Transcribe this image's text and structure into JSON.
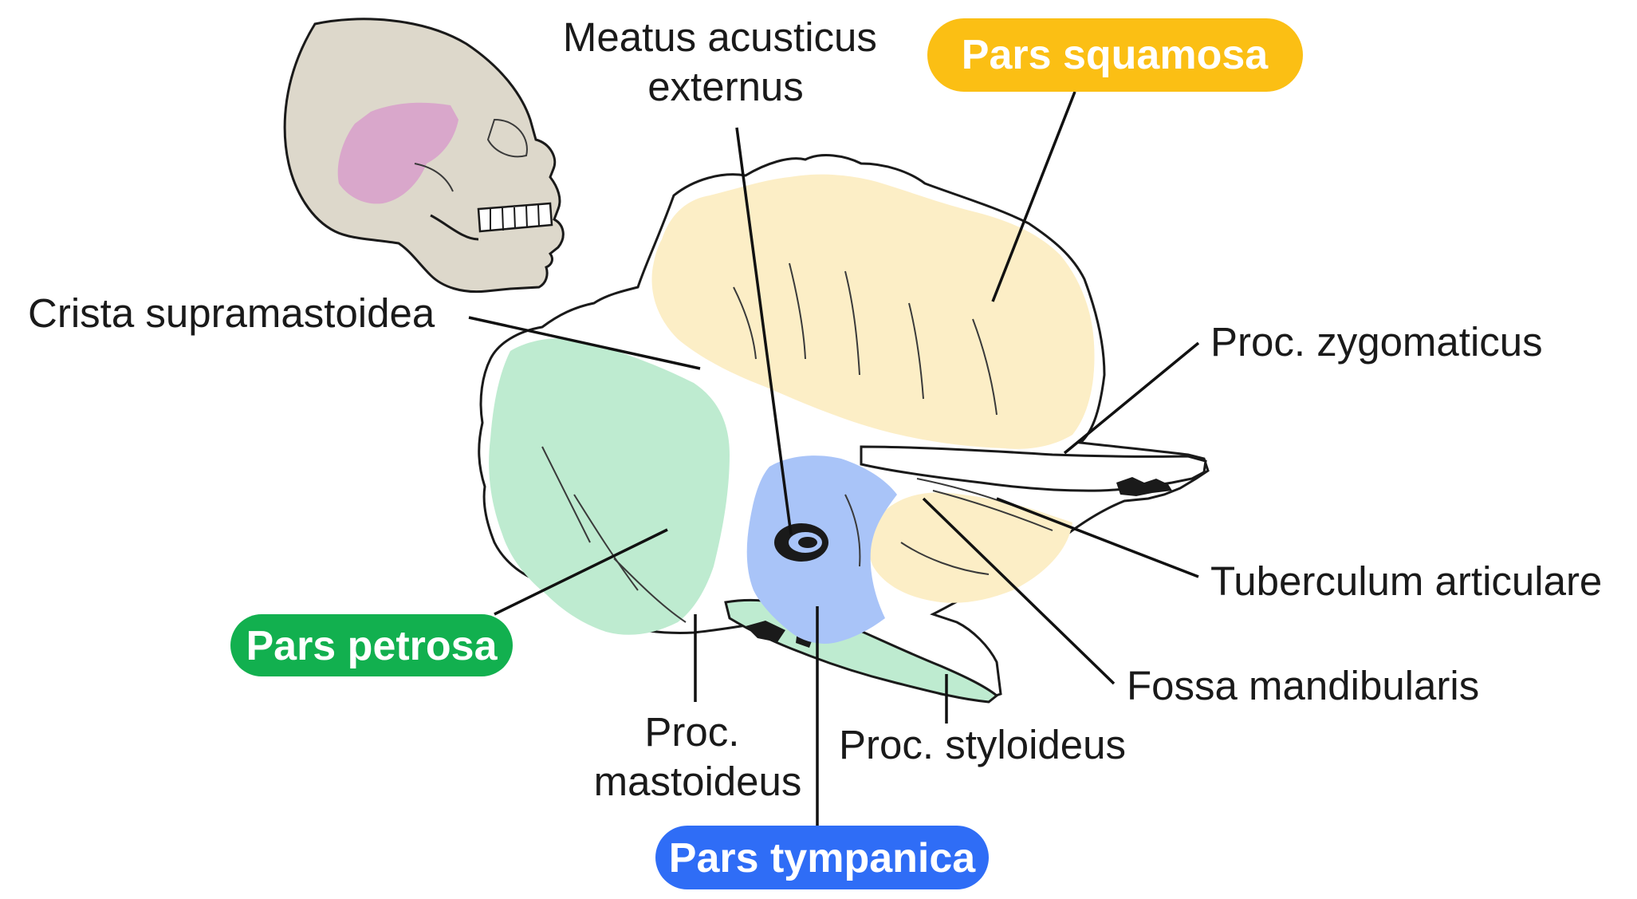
{
  "parts": {
    "squamosa": {
      "label": "Pars squamosa",
      "color": "#FBBF14",
      "fill": "#FCEEC6"
    },
    "petrosa": {
      "label": "Pars petrosa",
      "color": "#12B04F",
      "fill": "#BEEBD0"
    },
    "tympanica": {
      "label": "Pars tympanica",
      "color": "#2F6DF6",
      "fill": "#A9C4F8"
    }
  },
  "labels": {
    "meatus": [
      "Meatus acusticus",
      "externus"
    ],
    "crista": "Crista supramastoidea",
    "zygomaticus": "Proc. zygomaticus",
    "tuberculum": "Tuberculum articulare",
    "fossa": "Fossa mandibularis",
    "styloideus": "Proc. styloideus",
    "mastoideus": [
      "Proc.",
      "mastoideus"
    ]
  },
  "skull_highlight_color": "#D9A7CB"
}
